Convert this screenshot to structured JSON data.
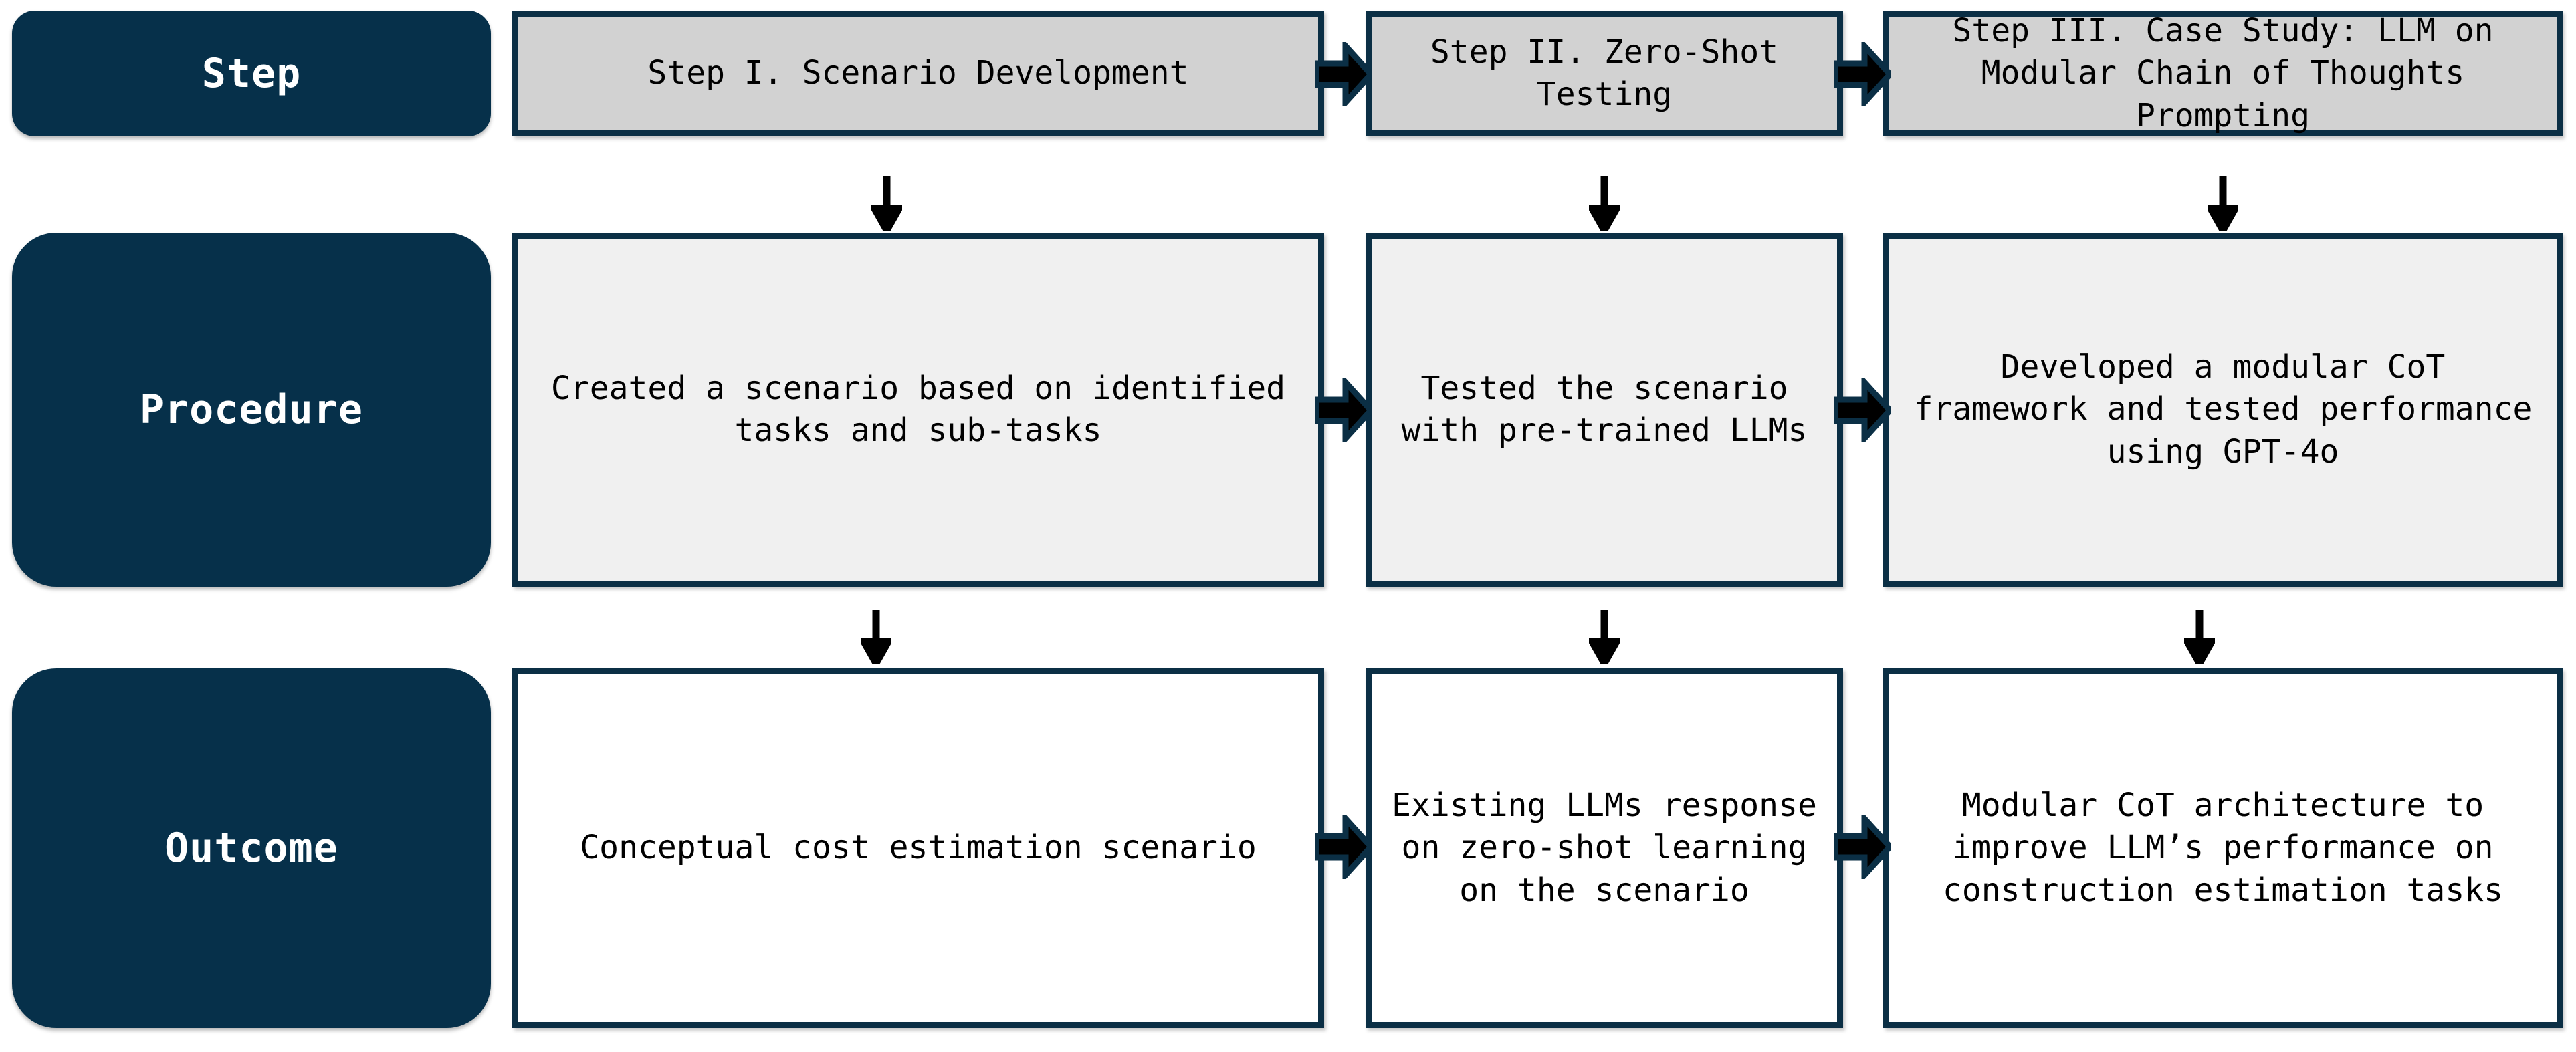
{
  "diagram": {
    "title": "Three-step research methodology flowchart",
    "colors": {
      "navy": "#06304a",
      "border": "#0b2f45",
      "header_fill": "#d2d2d2",
      "procedure_fill": "#f0f0f0",
      "outcome_fill": "#ffffff",
      "arrow_fill": "#000000",
      "label_text": "#ffffff",
      "body_text": "#000000"
    },
    "rows": [
      {
        "key": "step",
        "label": "Step"
      },
      {
        "key": "procedure",
        "label": "Procedure"
      },
      {
        "key": "outcome",
        "label": "Outcome"
      }
    ],
    "columns": [
      {
        "key": "col1",
        "step": "Step I. Scenario Development",
        "procedure": "Created a scenario based on identified tasks and sub-tasks",
        "outcome": "Conceptual cost estimation scenario"
      },
      {
        "key": "col2",
        "step": "Step II. Zero-Shot Testing",
        "procedure": "Tested the scenario with pre-trained LLMs",
        "outcome": "Existing LLMs response on zero-shot learning on the scenario"
      },
      {
        "key": "col3",
        "step": "Step III. Case Study: LLM on Modular Chain of Thoughts Prompting",
        "procedure": "Developed a modular CoT framework and tested performance using GPT-4o",
        "outcome": "Modular CoT architecture to improve LLM’s performance on construction estimation tasks"
      }
    ],
    "connectors": {
      "horizontal_arrow_icon": "right-block-arrow",
      "vertical_arrow_icon": "down-arrow",
      "horizontal_count": 6,
      "vertical_count": 6
    }
  }
}
